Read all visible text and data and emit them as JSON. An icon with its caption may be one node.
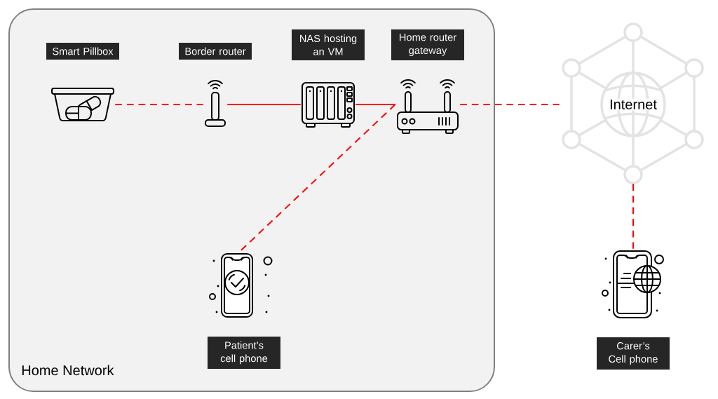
{
  "diagram": {
    "nodes": [
      {
        "text": [
          "Home Network"
        ]
      },
      {
        "text": [
          "Smart Pillbox"
        ],
        "in": 0
      },
      {
        "text": [
          "Border router"
        ],
        "in": 0
      },
      {
        "text": [
          "NAS hosting an VM"
        ],
        "in": 0
      },
      {
        "text": [
          "Home router gateway"
        ],
        "in": 0
      },
      {
        "text": [
          "Patient’s cell phone"
        ],
        "in": 0
      },
      {
        "text": [
          "Internet"
        ]
      },
      {
        "text": [
          "Carer’s Cell phone"
        ]
      }
    ],
    "edges": [
      {
        "from": 1,
        "to": 2,
        "arrow": "none",
        "style": "dashed"
      },
      {
        "from": 2,
        "to": 3,
        "arrow": "none"
      },
      {
        "from": 3,
        "to": 4,
        "arrow": "none"
      },
      {
        "from": 4,
        "to": 5,
        "arrow": "none",
        "style": "dashed"
      },
      {
        "from": 4,
        "to": 6,
        "arrow": "none",
        "style": "dashed"
      },
      {
        "from": 6,
        "to": 7,
        "arrow": "none",
        "style": "dashed"
      }
    ]
  }
}
